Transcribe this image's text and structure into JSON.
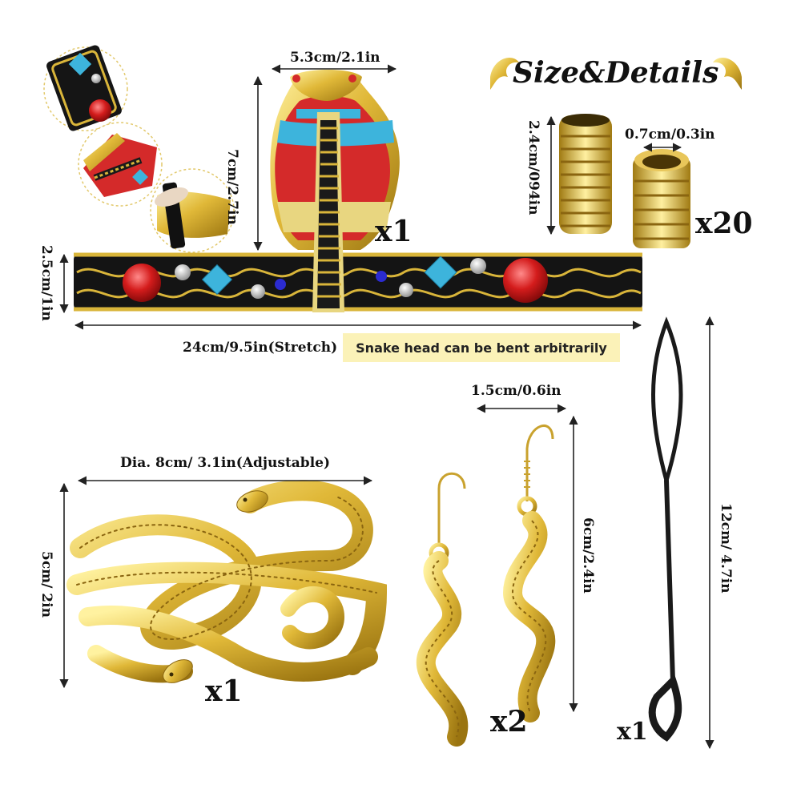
{
  "title": "Size&Details",
  "headband": {
    "width_label": "24cm/9.5in(Stretch)",
    "height_label": "2.5cm/1in",
    "snake_width_label": "5.3cm/2.1in",
    "snake_height_label": "7cm/2.7in",
    "quantity": "x1",
    "note": "Snake head can be bent arbitrarily"
  },
  "beads": {
    "length_label": "2.4cm/094in",
    "hole_label": "0.7cm/0.3in",
    "quantity": "x20"
  },
  "bracelet": {
    "diameter_label": "Dia. 8cm/ 3.1in(Adjustable)",
    "height_label": "5cm/ 2in",
    "quantity": "x1"
  },
  "earrings": {
    "width_label": "1.5cm/0.6in",
    "height_label": "6cm/2.4in",
    "quantity": "x2"
  },
  "tool": {
    "length_label": "12cm/ 4.7in",
    "quantity": "x1"
  },
  "colors": {
    "gold": "#d9b53a",
    "red": "#d42a2a",
    "turquoise": "#3db4dc",
    "black": "#1a1a1a",
    "note_bg": "#fbf2b8"
  }
}
